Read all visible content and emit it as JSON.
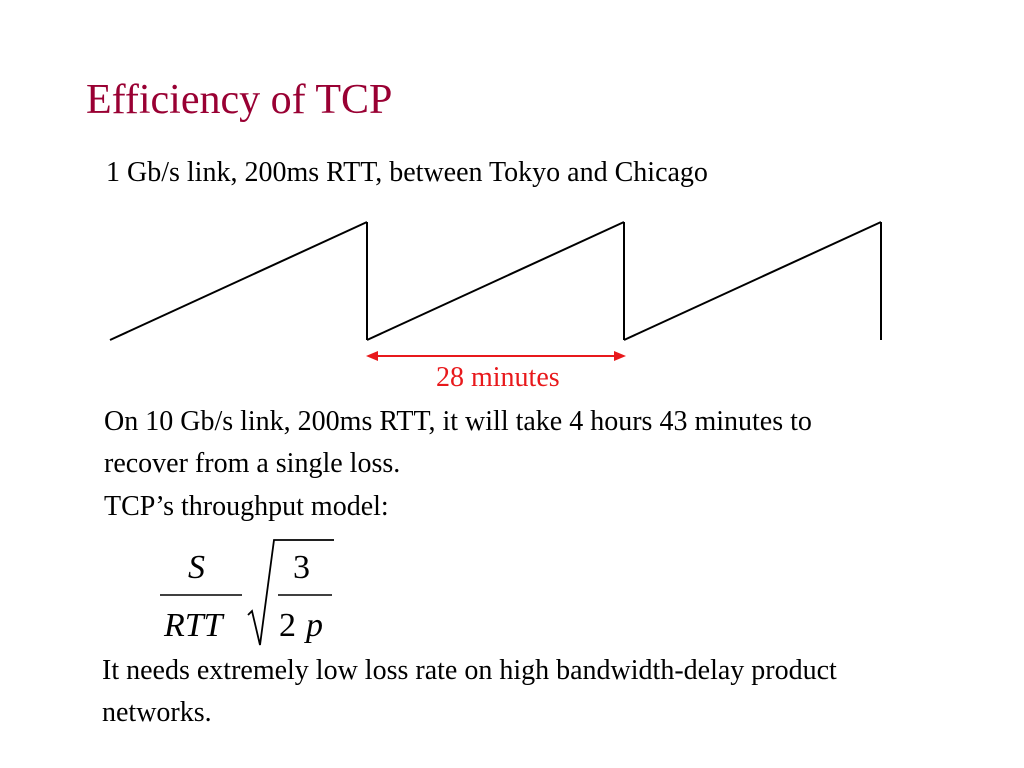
{
  "slide": {
    "title": "Efficiency of TCP",
    "subtitle": "1 Gb/s link, 200ms RTT, between Tokyo and Chicago",
    "interval_label": "28 minutes",
    "paragraph_1": "On 10 Gb/s link, 200ms RTT, it will take 4 hours 43 minutes to recover from a single loss.",
    "model_label": "TCP’s throughput model:",
    "formula": {
      "numerator_left": "S",
      "denominator_left": "RTT",
      "numerator_right": "3",
      "denominator_right_coefficient": "2",
      "denominator_right_variable": "p"
    },
    "paragraph_2": "It needs extremely low loss rate on high bandwidth-delay product networks."
  },
  "colors": {
    "title": "#990033",
    "accent": "#e8191c",
    "text": "#000000",
    "background": "#ffffff"
  },
  "diagram": {
    "type": "sawtooth",
    "cycles": 3
  }
}
